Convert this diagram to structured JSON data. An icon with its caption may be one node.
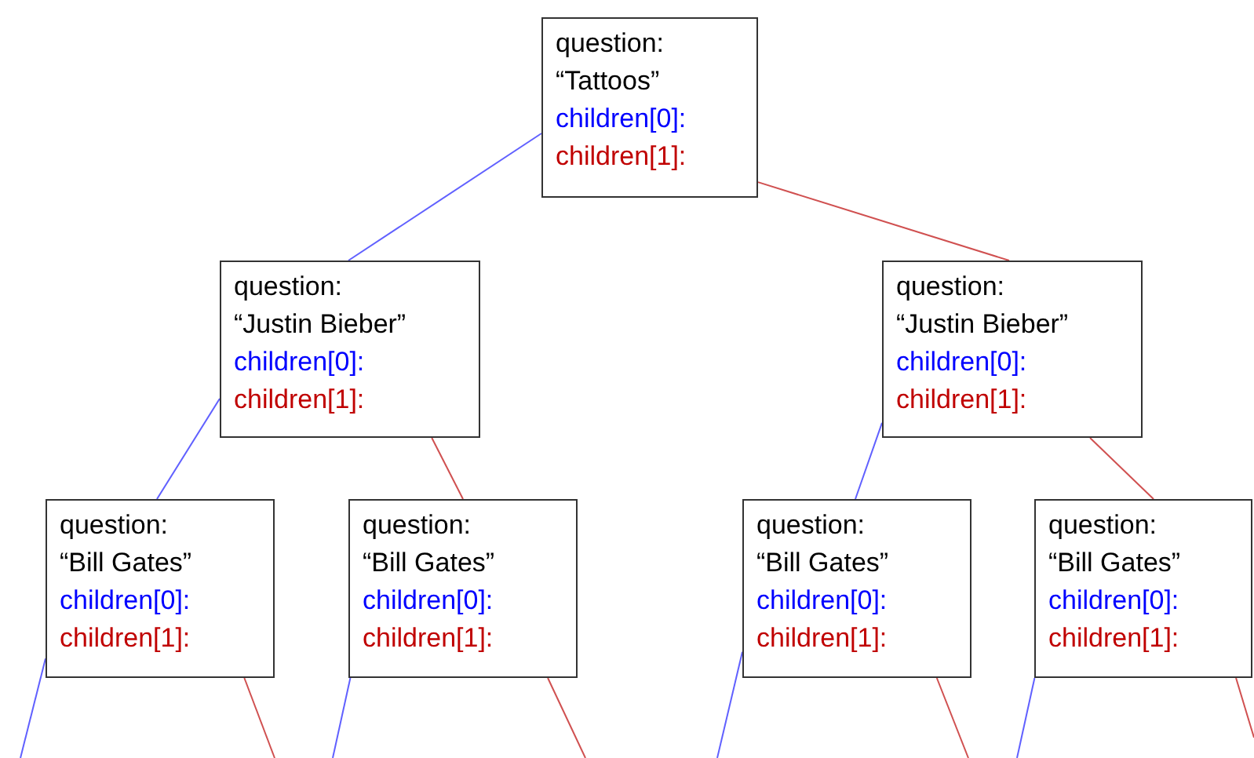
{
  "diagram": {
    "nodes": [
      {
        "text": [
          "question:",
          "“Tattoos”",
          "children[0]:",
          "children[1]:"
        ]
      },
      {
        "text": [
          "question:",
          "“Justin Bieber”",
          "children[0]:",
          "children[1]:"
        ]
      },
      {
        "text": [
          "question:",
          "“Justin Bieber”",
          "children[0]:",
          "children[1]:"
        ]
      },
      {
        "text": [
          "question:",
          "“Bill Gates”",
          "children[0]:",
          "children[1]:"
        ]
      },
      {
        "text": [
          "question:",
          "“Bill Gates”",
          "children[0]:",
          "children[1]:"
        ]
      },
      {
        "text": [
          "question:",
          "“Bill Gates”",
          "children[0]:",
          "children[1]:"
        ]
      },
      {
        "text": [
          "question:",
          "“Bill Gates”",
          "children[0]:",
          "children[1]:"
        ]
      }
    ],
    "edges": [
      {
        "from": 0,
        "to": 1,
        "arrow": "none",
        "color": "#6060ff"
      },
      {
        "from": 0,
        "to": 2,
        "arrow": "none",
        "color": "#d05050"
      },
      {
        "from": 1,
        "to": 3,
        "arrow": "none",
        "color": "#6060ff"
      },
      {
        "from": 1,
        "to": 4,
        "arrow": "none",
        "color": "#d05050"
      },
      {
        "from": 2,
        "to": 5,
        "arrow": "none",
        "color": "#6060ff"
      },
      {
        "from": 2,
        "to": 6,
        "arrow": "none",
        "color": "#d05050"
      },
      {
        "from": 3,
        "to": null,
        "arrow": "none",
        "color": "#6060ff"
      },
      {
        "from": 3,
        "to": null,
        "arrow": "none",
        "color": "#d05050"
      },
      {
        "from": 4,
        "to": null,
        "arrow": "none",
        "color": "#6060ff"
      },
      {
        "from": 4,
        "to": null,
        "arrow": "none",
        "color": "#d05050"
      },
      {
        "from": 5,
        "to": null,
        "arrow": "none",
        "color": "#6060ff"
      },
      {
        "from": 5,
        "to": null,
        "arrow": "none",
        "color": "#d05050"
      },
      {
        "from": 6,
        "to": null,
        "arrow": "none",
        "color": "#6060ff"
      },
      {
        "from": 6,
        "to": null,
        "arrow": "none",
        "color": "#d05050"
      }
    ]
  }
}
